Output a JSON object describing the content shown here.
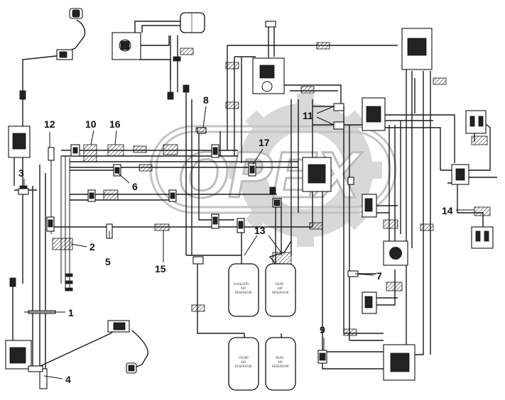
{
  "watermark": {
    "text": "OPEX"
  },
  "callouts": [
    {
      "id": "c1",
      "label": "1"
    },
    {
      "id": "c2",
      "label": "2"
    },
    {
      "id": "c3",
      "label": "3"
    },
    {
      "id": "c4",
      "label": "4"
    },
    {
      "id": "c5",
      "label": "5"
    },
    {
      "id": "c6",
      "label": "6"
    },
    {
      "id": "c7",
      "label": "7"
    },
    {
      "id": "c8",
      "label": "8"
    },
    {
      "id": "c9",
      "label": "9"
    },
    {
      "id": "c10",
      "label": "10"
    },
    {
      "id": "c11",
      "label": "11"
    },
    {
      "id": "c12",
      "label": "12"
    },
    {
      "id": "c13",
      "label": "13"
    },
    {
      "id": "c14",
      "label": "14"
    },
    {
      "id": "c15",
      "label": "15"
    },
    {
      "id": "c16",
      "label": "16"
    },
    {
      "id": "c17",
      "label": "17"
    }
  ],
  "tanks": {
    "auxiliary": {
      "line1": "AUXILIARY",
      "line2": "AIR",
      "line3": "RESERVOIR"
    },
    "rear_upper": {
      "line1": "REAR",
      "line2": "AIR",
      "line3": "RESERVOIR"
    },
    "front": {
      "line1": "FRONT",
      "line2": "AIR",
      "line3": "RESERVOIR"
    },
    "rear_lower": {
      "line1": "REAR",
      "line2": "AIR",
      "line3": "RESERVOIR"
    }
  }
}
